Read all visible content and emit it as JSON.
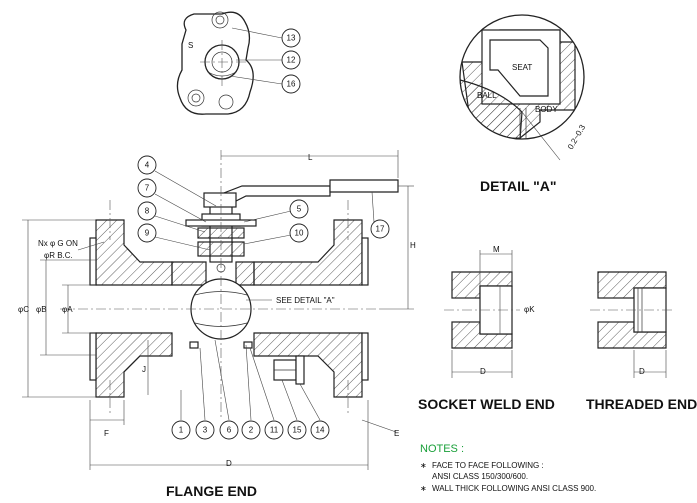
{
  "views": {
    "flange_end_title": "FLANGE END",
    "socket_weld_title": "SOCKET WELD END",
    "threaded_title": "THREADED END",
    "detail_title": "DETAIL \"A\""
  },
  "detail": {
    "seat": "SEAT",
    "ball": "BALL",
    "body": "BODY",
    "clearance": "0.2~0.3"
  },
  "flange_dims": {
    "holes": "Nx φ G ON",
    "bolt_circle": "φR B.C.",
    "C": "φC",
    "B": "φB",
    "A": "φA",
    "J": "J",
    "F": "F",
    "E": "E",
    "D": "D",
    "L": "L",
    "H": "H",
    "see_detail": "SEE DETAIL \"A\""
  },
  "socket_dims": {
    "M": "M",
    "K": "φK",
    "D": "D"
  },
  "threaded_dims": {
    "D": "D"
  },
  "balloons": {
    "b1": "1",
    "b2": "2",
    "b3": "3",
    "b4": "4",
    "b5": "5",
    "b6": "6",
    "b7": "7",
    "b8": "8",
    "b9": "9",
    "b10": "10",
    "b11": "11",
    "b12": "12",
    "b13": "13",
    "b14": "14",
    "b15": "15",
    "b16": "16",
    "b17": "17"
  },
  "top_view": {
    "s_mark": "S"
  },
  "notes": {
    "title": "NOTES :",
    "items": [
      "FACE TO FACE FOLLOWING :",
      "ANSI CLASS 150/300/600.",
      "WALL THICK FOLLOWING ANSI CLASS 900."
    ],
    "bullet": "∗"
  }
}
